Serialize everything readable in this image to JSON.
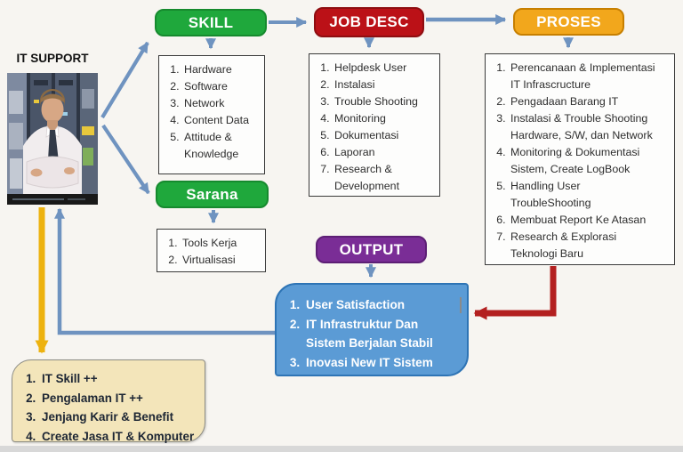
{
  "colors": {
    "bg": "#f7f5f1",
    "green": "#1fa83c",
    "green_border": "#168a2e",
    "red": "#bb1117",
    "red_border": "#8e0d10",
    "orange": "#f2a71c",
    "orange_border": "#c77f00",
    "purple": "#7a2d96",
    "purple_border": "#5d1f75",
    "blue_fill": "#5b9bd5",
    "blue_border": "#2e74b5",
    "cream_fill": "#f3e5ba",
    "cream_border": "#8c8c84",
    "arrow_blue": "#6f93c0",
    "arrow_red": "#b32020",
    "arrow_yellow": "#edb20f",
    "list_border": "#3a3a3a",
    "text_dark": "#2e2e2e"
  },
  "it_support": {
    "label": "IT SUPPORT"
  },
  "nodes": {
    "skill": {
      "label": "SKILL",
      "items": [
        "Hardware",
        "Software",
        "Network",
        "Content Data",
        "Attitude & Knowledge"
      ]
    },
    "job_desc": {
      "label": "JOB DESC",
      "items": [
        "Helpdesk User",
        "Instalasi",
        "Trouble Shooting",
        "Monitoring",
        "Dokumentasi",
        "Laporan",
        "Research & Development"
      ]
    },
    "proses": {
      "label": "PROSES",
      "items": [
        "Perencanaan & Implementasi IT Infrascructure",
        "Pengadaan Barang IT",
        "Instalasi & Trouble Shooting Hardware, S/W, dan Network",
        "Monitoring & Dokumentasi Sistem,  Create LogBook",
        "Handling User TroubleShooting",
        "Membuat Report Ke Atasan",
        "Research & Explorasi Teknologi Baru"
      ]
    },
    "sarana": {
      "label": "Sarana",
      "items": [
        "Tools Kerja",
        "Virtualisasi"
      ]
    },
    "output": {
      "label": "OUTPUT",
      "items": [
        "User Satisfaction",
        "IT Infrastruktur Dan Sistem Berjalan Stabil",
        "Inovasi  New IT Sistem"
      ]
    },
    "benefit": {
      "items": [
        "IT Skill ++",
        "Pengalaman IT ++",
        "Jenjang Karir & Benefit",
        "Create Jasa IT & Komputer"
      ]
    }
  }
}
